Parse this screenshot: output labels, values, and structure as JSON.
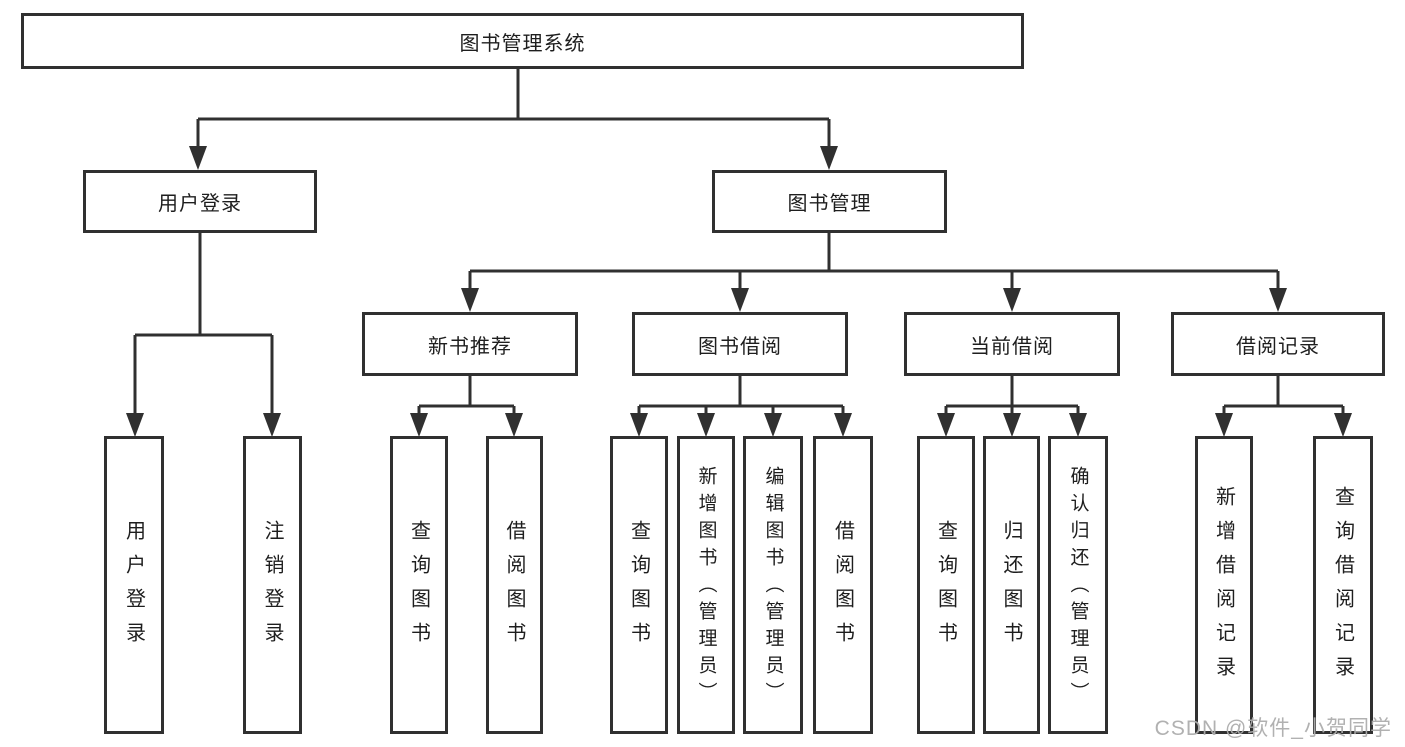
{
  "diagram": {
    "root": {
      "label": "图书管理系统"
    },
    "branches": [
      {
        "label": "用户登录",
        "children": [
          {
            "label": "用户登录"
          },
          {
            "label": "注销登录"
          }
        ]
      },
      {
        "label": "图书管理",
        "children": [
          {
            "label": "新书推荐",
            "children": [
              {
                "label": "查询图书"
              },
              {
                "label": "借阅图书"
              }
            ]
          },
          {
            "label": "图书借阅",
            "children": [
              {
                "label": "查询图书"
              },
              {
                "label": "新增图书（管理员）"
              },
              {
                "label": "编辑图书（管理员）"
              },
              {
                "label": "借阅图书"
              }
            ]
          },
          {
            "label": "当前借阅",
            "children": [
              {
                "label": "查询图书"
              },
              {
                "label": "归还图书"
              },
              {
                "label": "确认归还（管理员）"
              }
            ]
          },
          {
            "label": "借阅记录",
            "children": [
              {
                "label": "新增借阅记录"
              },
              {
                "label": "查询借阅记录"
              }
            ]
          }
        ]
      }
    ]
  },
  "watermark": {
    "text": "CSDN @软件_小贺同学"
  },
  "colors": {
    "line": "#303030",
    "text": "#1e1e1e",
    "box_background": "#ffffff",
    "page_background": "#ffffff",
    "watermark": "#adadad"
  }
}
